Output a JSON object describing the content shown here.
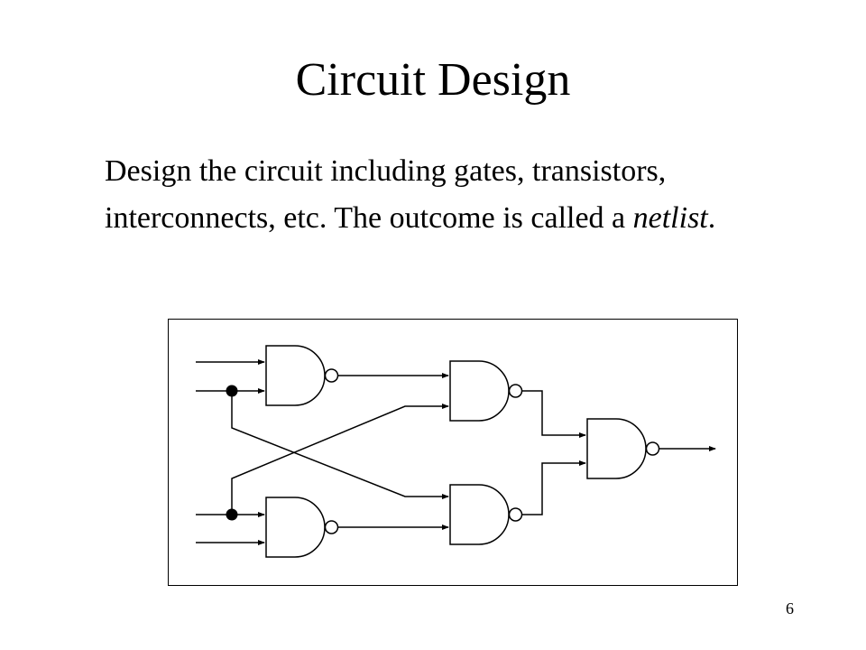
{
  "slide": {
    "title": "Circuit Design",
    "body_text": "Design the circuit including gates, transistors, interconnects, etc. The outcome is called a",
    "body_term": "netlist",
    "body_end": ".",
    "page_number": "6"
  },
  "diagram": {
    "gates": [
      {
        "name": "nand-gate-top-left",
        "type": "NAND"
      },
      {
        "name": "nand-gate-bottom-left",
        "type": "NAND"
      },
      {
        "name": "nand-gate-top-middle",
        "type": "NAND"
      },
      {
        "name": "nand-gate-bottom-middle",
        "type": "NAND"
      },
      {
        "name": "nand-gate-output",
        "type": "NAND"
      }
    ],
    "line_color": "#000000"
  }
}
